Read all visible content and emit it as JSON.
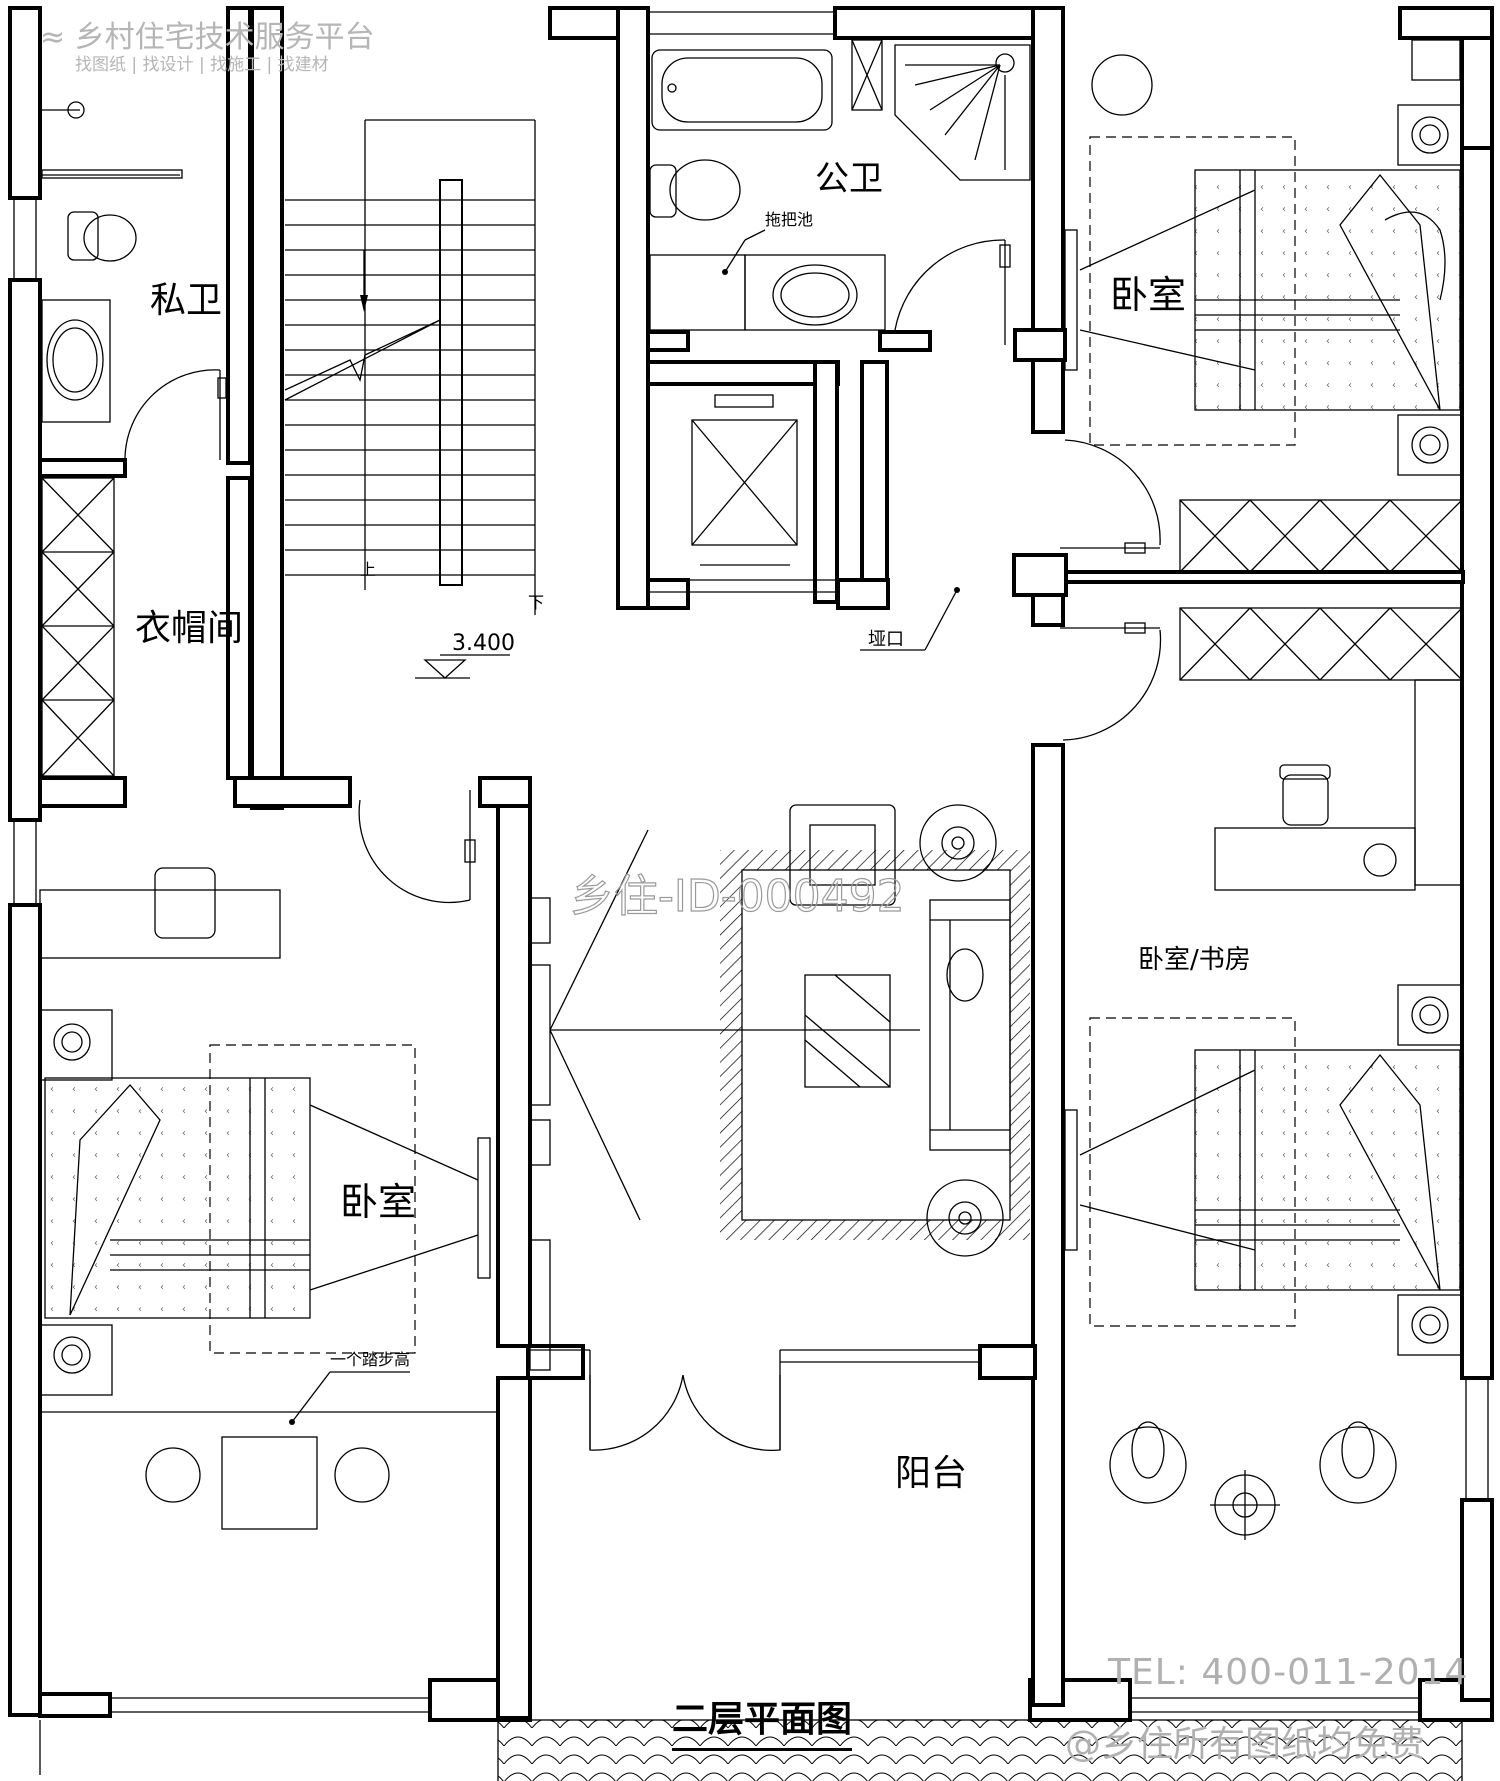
{
  "drawing": {
    "title": "二层平面图",
    "elevation": "3.400",
    "rooms": {
      "private_bath": "私卫",
      "public_bath": "公卫",
      "mop_sink": "拖把池",
      "cloakroom": "衣帽间",
      "bedroom_ne": "卧室",
      "bedroom_sw": "卧室",
      "bedroom_study": "卧室/书房",
      "balcony": "阳台",
      "opening": "垭口",
      "step_note": "一个踏步高"
    },
    "stair": {
      "up": "上",
      "down": "下"
    }
  },
  "watermark": {
    "brand": "乡村住宅技术服务平台",
    "services": "找图纸 | 找设计 | 找施工 | 找建材",
    "center_id": "乡住-ID-000492",
    "tel": "TEL: 400-011-2014",
    "slogan": "@乡住所有图纸均免费"
  }
}
